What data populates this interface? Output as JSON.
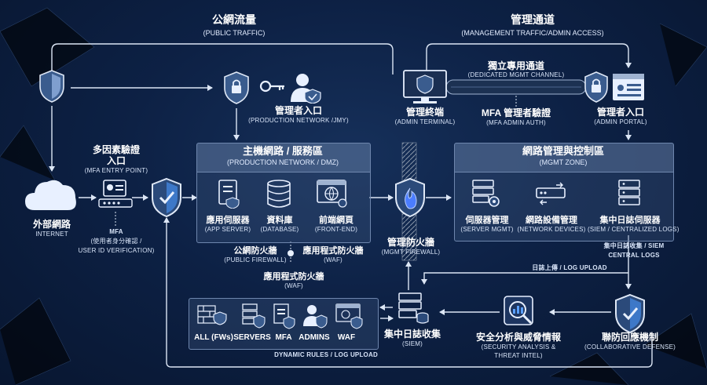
{
  "public_traffic": {
    "cn": "公網流量",
    "en": "(PUBLIC TRAFFIC)"
  },
  "management_traffic": {
    "cn": "管理通道",
    "en": "(MANAGEMENT TRAFFIC/ADMIN ACCESS)"
  },
  "dedicated_channel": {
    "cn": "獨立專用通道",
    "en": "(DEDICATED MGMT CHANNEL)"
  },
  "admin_entry_prod": {
    "cn": "管理者入口",
    "en": "(PRODUCTION NETWORK /JMY)"
  },
  "admin_terminal": {
    "cn": "管理終端",
    "en": "(ADMIN TERMINAL)"
  },
  "mfa_admin_auth": {
    "cn": "MFA 管理者驗證",
    "en": "(MFA ADMIN AUTH)"
  },
  "admin_portal": {
    "cn": "管理者入口",
    "en": "(ADMIN PORTAL)"
  },
  "mfa_entry": {
    "cn1": "多因素驗證",
    "cn2": "入口",
    "en": "(MFA ENTRY POINT)"
  },
  "internet": {
    "cn": "外部網路",
    "en": "INTERNET"
  },
  "mfa_note": {
    "l1": "MFA",
    "l2": "(使用者身分確認 /",
    "l3": "USER ID VERIFICATION)"
  },
  "production_zone": {
    "title_cn": "主機網路 / 服務區",
    "title_en": "(PRODUCTION NETWORK / DMZ)",
    "items": [
      {
        "cn": "應用伺服器",
        "en": "(APP SERVER)"
      },
      {
        "cn": "資料庫",
        "en": "(DATABASE)"
      },
      {
        "cn": "前端網頁",
        "en": "(FRONT-END)"
      }
    ]
  },
  "public_fw": {
    "cn": "公網防火牆",
    "en": "(PUBLIC FIREWALL)"
  },
  "waf_inline": {
    "cn": "應用程式防火牆",
    "en": "(WAF)"
  },
  "waf_below": {
    "cn": "應用程式防火牆",
    "en": "(WAF)"
  },
  "mgmt_firewall": {
    "cn": "管理防火牆",
    "en": "(MGMT FIREWALL)"
  },
  "mgmt_zone": {
    "title_cn": "網路管理與控制區",
    "title_en": "(MGMT ZONE)",
    "items": [
      {
        "cn": "伺服器管理",
        "en": "(SERVER MGMT)"
      },
      {
        "cn": "網路設備管理",
        "en": "(NETWORK DEVICES)"
      },
      {
        "cn": "集中日誌伺服器",
        "en": "(SIEM / CENTRALIZED LOGS)"
      }
    ]
  },
  "central_logs_note": {
    "l1": "集中日誌收集 / SIEM",
    "l2": "CENTRAL LOGS"
  },
  "log_upload": "日誌上傳 / LOG UPLOAD",
  "siem": {
    "cn": "集中日誌收集",
    "en": "(SIEM)"
  },
  "security_analysis": {
    "cn": "安全分析與威脅情報",
    "en1": "(SECURITY ANALYSIS &",
    "en2": "THREAT INTEL)"
  },
  "collab_defense": {
    "cn": "聯防回應機制",
    "en": "(COLLABORATIVE DEFENSE)"
  },
  "dynamic_rules": "DYNAMIC RULES / LOG UPLOAD",
  "bottom_items": [
    "ALL (FWs)",
    "SERVERS",
    "MFA",
    "ADMINS",
    "WAF"
  ],
  "colors": {
    "accent": "#3fa8ff",
    "line": "#c9d6ea",
    "box_border": "#6e86ad",
    "fire": "#3d6fff"
  }
}
